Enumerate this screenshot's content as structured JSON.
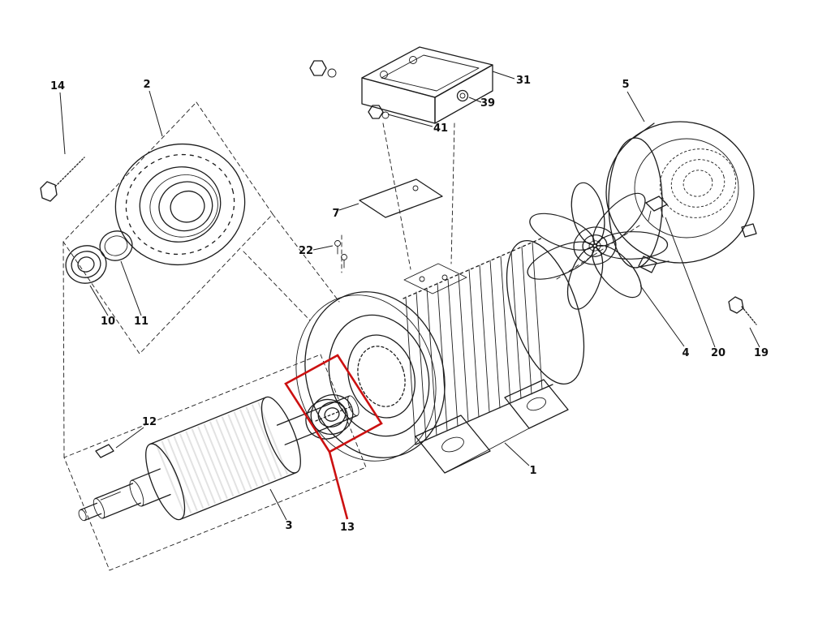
{
  "diagram": {
    "kind": "exploded-parts-diagram",
    "subject": "electric-motor-assembly",
    "background": "#ffffff",
    "line_color": "#1c1c1c",
    "highlight_color": "#cc1111",
    "highlighted_part": "13"
  },
  "part_labels": {
    "1": "1",
    "2": "2",
    "3": "3",
    "4": "4",
    "5": "5",
    "7": "7",
    "10": "10",
    "11": "11",
    "12": "12",
    "13": "13",
    "14": "14",
    "19": "19",
    "20": "20",
    "22": "22",
    "31": "31",
    "39": "39",
    "41": "41"
  }
}
